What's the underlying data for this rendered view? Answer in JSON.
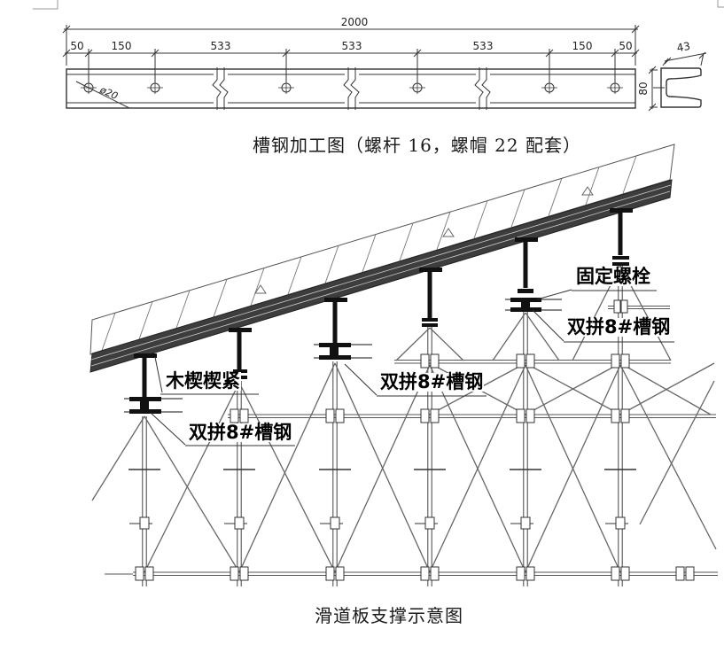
{
  "captions": {
    "channel_drawing": "槽钢加工图（螺杆 16，螺帽 22 配套）",
    "support_diagram": "滑道板支撑示意图"
  },
  "dimensions": {
    "overall": "2000",
    "segments": [
      "50",
      "150",
      "533",
      "533",
      "533",
      "150",
      "50"
    ],
    "hole_diameter": "ø20",
    "section_width": "43",
    "section_height": "80"
  },
  "annotations": {
    "wood_wedge": "木楔楔紧",
    "double_channel_left": "双拼8#槽钢",
    "double_channel_middle": "双拼8#槽钢",
    "double_channel_right": "双拼8#槽钢",
    "fixing_bolt": "固定螺栓"
  },
  "colors": {
    "line": "#555555",
    "dark_steel": "#111111",
    "hatch_band": "#3d3d3d"
  }
}
